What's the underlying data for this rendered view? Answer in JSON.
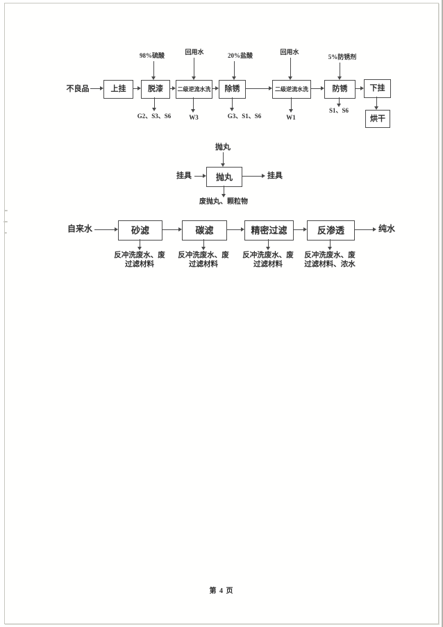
{
  "doc": {
    "page_footer": "第 4 页"
  },
  "paint_flow": {
    "input": "不良品",
    "steps": [
      "上挂",
      "脱漆",
      "二级逆流水洗",
      "除锈",
      "二级逆流水洗",
      "防锈",
      "下挂",
      "烘干"
    ],
    "chem_inputs": [
      "98%硫酸",
      "回用水",
      "20%盐酸",
      "回用水",
      "5%防锈剂"
    ],
    "waste_outputs": [
      "G2、S3、S6",
      "W3",
      "G3、S1、S6",
      "W1",
      "S1、S6"
    ]
  },
  "shot_flow": {
    "top_input": "抛丸",
    "left_input": "挂具",
    "process": "抛丸",
    "right_output": "挂具",
    "waste_output": "废抛丸、颗粒物"
  },
  "water_flow": {
    "input": "自来水",
    "output": "纯水",
    "steps": [
      "砂滤",
      "碳滤",
      "精密过滤",
      "反渗透"
    ],
    "wastes": [
      {
        "line1": "反冲洗废水、废",
        "line2": "过滤材料"
      },
      {
        "line1": "反冲洗废水、废",
        "line2": "过滤材料"
      },
      {
        "line1": "反冲洗废水、废",
        "line2": "过滤材料"
      },
      {
        "line1": "反冲洗废水、废",
        "line2": "过滤材料、浓水"
      }
    ]
  }
}
